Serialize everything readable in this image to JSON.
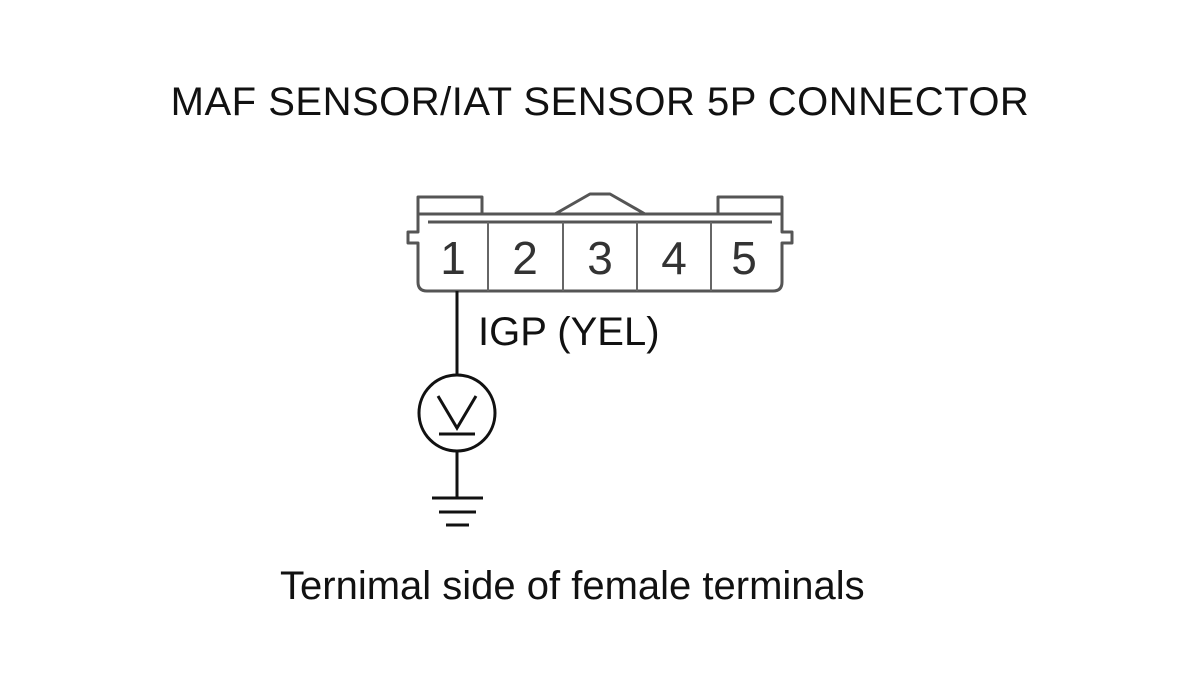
{
  "diagram": {
    "title": "MAF SENSOR/IAT SENSOR 5P CONNECTOR",
    "connector": {
      "pins": [
        "1",
        "2",
        "3",
        "4",
        "5"
      ]
    },
    "wire_label": "IGP (YEL)",
    "meter_symbol": "V",
    "caption": "Ternimal side of female terminals"
  }
}
